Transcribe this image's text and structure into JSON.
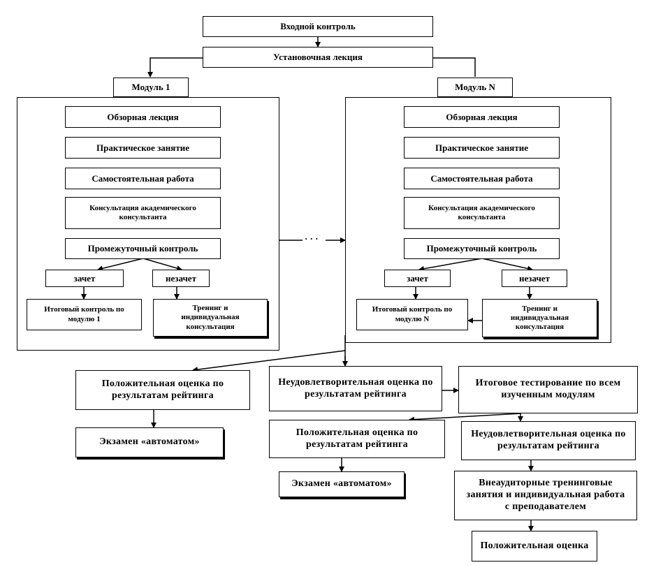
{
  "top": {
    "entry_control": "Входной контроль",
    "setup_lecture": "Установочная лекция"
  },
  "module_1": {
    "title": "Модуль 1",
    "overview_lecture": "Обзорная лекция",
    "practical": "Практическое занятие",
    "independent": "Самостоятельная работа",
    "consultation": "Консультация академического консультанта",
    "intermediate": "Промежуточный контроль",
    "pass": "зачет",
    "fail": "незачет",
    "final_control": "Итоговый контроль по модулю 1",
    "training": "Тренинг и индивидуальная консультация"
  },
  "module_n": {
    "title": "Модуль N",
    "overview_lecture": "Обзорная лекция",
    "practical": "Практическое занятие",
    "independent": "Самостоятельная работа",
    "consultation": "Консультация академического консультанта",
    "intermediate": "Промежуточный контроль",
    "pass": "зачет",
    "fail": "незачет",
    "final_control": "Итоговый контроль по модулю N",
    "training": "Тренинг и индивидуальная консультация"
  },
  "ellipsis": "· · ·",
  "outcomes": {
    "positive_rating_left": "Положительная оценка по результатам рейтинга",
    "exam_auto_left": "Экзамен «автоматом»",
    "negative_rating_mid": "Неудовлетворительная оценка по результатам рейтинга",
    "final_testing": "Итоговое тестирование по всем изученным модулям",
    "positive_rating_mid": "Положительная оценка по результатам рейтинга",
    "exam_auto_mid": "Экзамен «автоматом»",
    "negative_rating_right": "Неудовлетворительная оценка по результатам рейтинга",
    "extra_training": "Внеаудиторные тренинговые занятия и индивидуальная работа с преподавателем",
    "positive_final": "Положительная оценка"
  }
}
